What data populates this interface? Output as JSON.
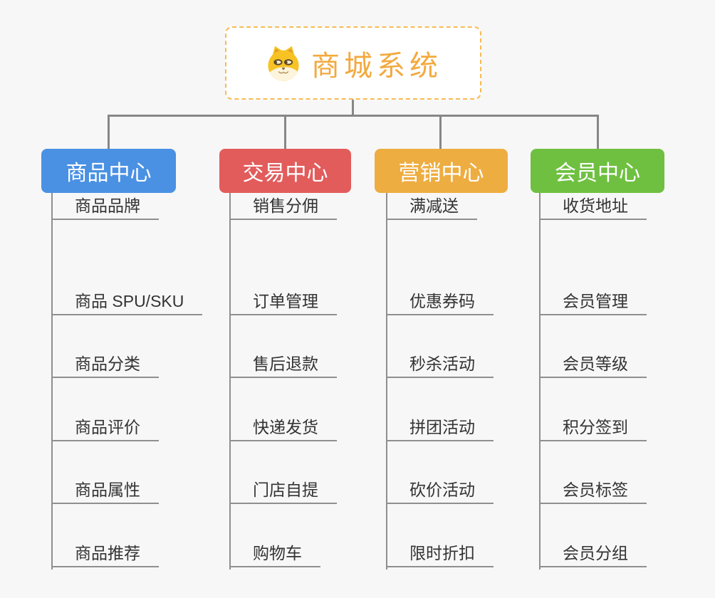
{
  "root": {
    "title": "商城系统",
    "icon": "shiba-dog-icon"
  },
  "branches": [
    {
      "label": "商品中心",
      "color": "#4a91e3",
      "items": [
        "商品 SPU/SKU",
        "商品分类",
        "商品评价",
        "商品属性",
        "商品推荐",
        "商品品牌"
      ]
    },
    {
      "label": "交易中心",
      "color": "#e25c5c",
      "items": [
        "订单管理",
        "售后退款",
        "快递发货",
        "门店自提",
        "购物车",
        "销售分佣"
      ]
    },
    {
      "label": "营销中心",
      "color": "#eead41",
      "items": [
        "优惠券码",
        "秒杀活动",
        "拼团活动",
        "砍价活动",
        "限时折扣",
        "满减送"
      ]
    },
    {
      "label": "会员中心",
      "color": "#6fc041",
      "items": [
        "会员管理",
        "会员等级",
        "积分签到",
        "会员标签",
        "会员分组",
        "收货地址"
      ]
    }
  ],
  "colors": {
    "background": "#f7f7f7",
    "connector": "#878787",
    "leaf_line": "#8f8f8f",
    "leaf_text": "#333333",
    "root_border": "#f7bb55",
    "root_text": "#f3a93e"
  }
}
